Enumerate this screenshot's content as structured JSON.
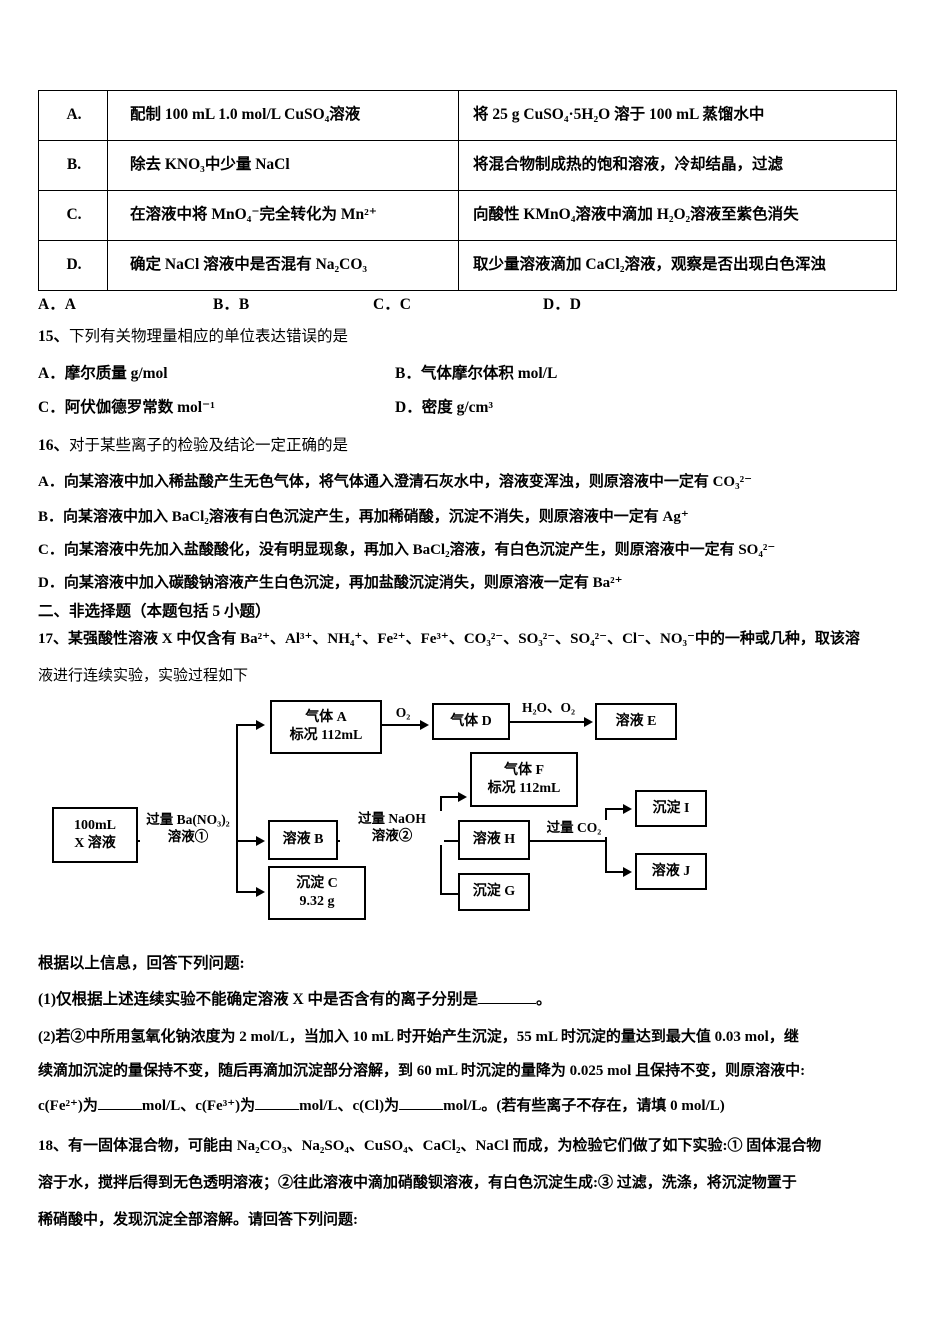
{
  "option_table": {
    "rows": [
      {
        "label": "A.",
        "goal": "配制 100 mL 1.0 mol/L CuSO₄溶液",
        "operation": "将 25 g CuSO₄·5H₂O 溶于 100 mL 蒸馏水中"
      },
      {
        "label": "B.",
        "goal": "除去 KNO₃中少量 NaCl",
        "operation": "将混合物制成热的饱和溶液，冷却结晶，过滤"
      },
      {
        "label": "C.",
        "goal": "在溶液中将 MnO₄⁻完全转化为 Mn²⁺",
        "operation": "向酸性 KMnO₄溶液中滴加 H₂O₂溶液至紫色消失"
      },
      {
        "label": "D.",
        "goal": "确定 NaCl 溶液中是否混有 Na₂CO₃",
        "operation": "取少量溶液滴加 CaCl₂溶液，观察是否出现白色浑浊"
      }
    ]
  },
  "answer_row_14": [
    "A．A",
    "B．B",
    "C．C",
    "D．D"
  ],
  "q15": {
    "number": "15、",
    "stem": "下列有关物理量相应的单位表达错误的是",
    "options": [
      "A．摩尔质量 g/mol",
      "B．气体摩尔体积 mol/L",
      "C．阿伏伽德罗常数 mol⁻¹",
      "D．密度 g/cm³"
    ]
  },
  "q16": {
    "number": "16、",
    "stem": "对于某些离子的检验及结论一定正确的是",
    "options": [
      "A．向某溶液中加入稀盐酸产生无色气体，将气体通入澄清石灰水中，溶液变浑浊，则原溶液中一定有 CO₃²⁻",
      "B．向某溶液中加入 BaCl₂溶液有白色沉淀产生，再加稀硝酸，沉淀不消失，则原溶液中一定有 Ag⁺",
      "C．向某溶液中先加入盐酸酸化，没有明显现象，再加入 BaCl₂溶液，有白色沉淀产生，则原溶液中一定有 SO₄²⁻",
      "D．向某溶液中加入碳酸钠溶液产生白色沉淀，再加盐酸沉淀消失，则原溶液一定有 Ba²⁺"
    ]
  },
  "section_two": {
    "heading": "二、非选择题（本题包括 5 小题）"
  },
  "q17": {
    "number": "17、",
    "stem_line1": "某强酸性溶液 X 中仅含有 Ba²⁺、Al³⁺、NH₄⁺、Fe²⁺、Fe³⁺、CO₃²⁻、SO₃²⁻、SO₄²⁻、Cl⁻、NO₃⁻中的一种或几种，取该溶",
    "stem_line2": "液进行连续实验，实验过程如下",
    "prompt": "根据以上信息，回答下列问题:",
    "sub1": "(1)仅根据上述连续实验不能确定溶液 X 中是否含有的离子分别是",
    "sub1_tail": "。",
    "sub2_line1": "(2)若②中所用氢氧化钠浓度为 2 mol/L，当加入 10 mL 时开始产生沉淀，55 mL 时沉淀的量达到最大值 0.03 mol，继",
    "sub2_line2": "续滴加沉淀的量保持不变，随后再滴加沉淀部分溶解，到 60 mL 时沉淀的量降为 0.025 mol 且保持不变，则原溶液中:",
    "sub2_line3_a": "c(Fe²⁺)为",
    "sub2_line3_b": "mol/L、c(Fe³⁺)为",
    "sub2_line3_c": "mol/L、c(Cl)为",
    "sub2_line3_d": "mol/L。(若有些离子不存在，请填 0 mol/L)"
  },
  "flowchart": {
    "boxes": {
      "x_solution": {
        "line1": "100mL",
        "line2": "X 溶液"
      },
      "gas_a": {
        "line1": "气体 A",
        "line2": "标况 112mL"
      },
      "gas_d": {
        "line1": "气体 D"
      },
      "solution_e": {
        "line1": "溶液 E"
      },
      "solution_b": {
        "line1": "溶液 B"
      },
      "precip_c": {
        "line1": "沉淀 C",
        "line2": "9.32 g"
      },
      "gas_f": {
        "line1": "气体 F",
        "line2": "标况 112mL"
      },
      "solution_h": {
        "line1": "溶液 H"
      },
      "precip_g": {
        "line1": "沉淀 G"
      },
      "precip_i": {
        "line1": "沉淀 I"
      },
      "solution_j": {
        "line1": "溶液 J"
      }
    },
    "labels": {
      "ba_no3": {
        "line1": "过量 Ba(NO₃)₂",
        "line2": "溶液①"
      },
      "o2": "O₂",
      "h2o_o2": "H₂O、O₂",
      "naoh": {
        "line1": "过量 NaOH",
        "line2": "溶液②"
      },
      "co2": "过量 CO₂"
    }
  },
  "q18": {
    "number": "18、",
    "line1": "有一固体混合物，可能由 Na₂CO₃、Na₂SO₄、CuSO₄、CaCl₂、NaCl 而成，为检验它们做了如下实验:① 固体混合物",
    "line2": "溶于水，搅拌后得到无色透明溶液；②往此溶液中滴加硝酸钡溶液，有白色沉淀生成:③ 过滤，洗涤，将沉淀物置于",
    "line3": "稀硝酸中，发现沉淀全部溶解。请回答下列问题:"
  }
}
